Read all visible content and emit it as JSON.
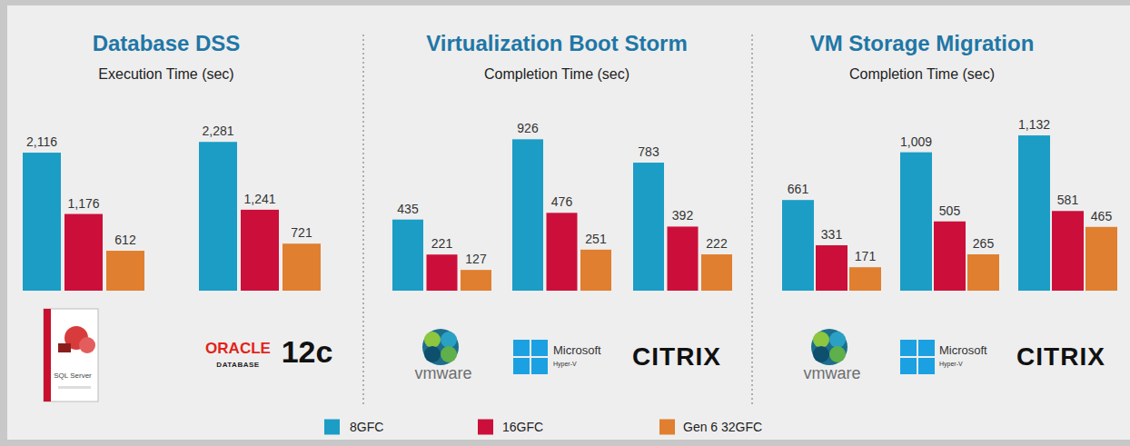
{
  "diagram": {
    "labels": [
      "Database DSS",
      "Execution Time (sec)",
      "2,116",
      "1,176",
      "612",
      "2,281",
      "1,241",
      "721",
      "SQL Server",
      "ORACLE",
      "DATABASE",
      "12c",
      "Virtualization Boot Storm",
      "Completion Time (sec)",
      "435",
      "221",
      "127",
      "926",
      "476",
      "251",
      "783",
      "392",
      "222",
      "vmware",
      "Microsoft",
      "Hyper-V",
      "CITRIX",
      "VM Storage Migration",
      "Completion Time (sec)",
      "661",
      "331",
      "171",
      "1,009",
      "505",
      "265",
      "1,132",
      "581",
      "465",
      "vmware",
      "Microsoft",
      "Hyper-V",
      "CITRIX"
    ],
    "legend": [
      {
        "text": "8GFC",
        "color": "#1b9dc6"
      },
      {
        "text": "16GFC",
        "color": "#cc0f3a"
      },
      {
        "text": "Gen 6 32GFC",
        "color": "#e07f2f"
      }
    ]
  }
}
